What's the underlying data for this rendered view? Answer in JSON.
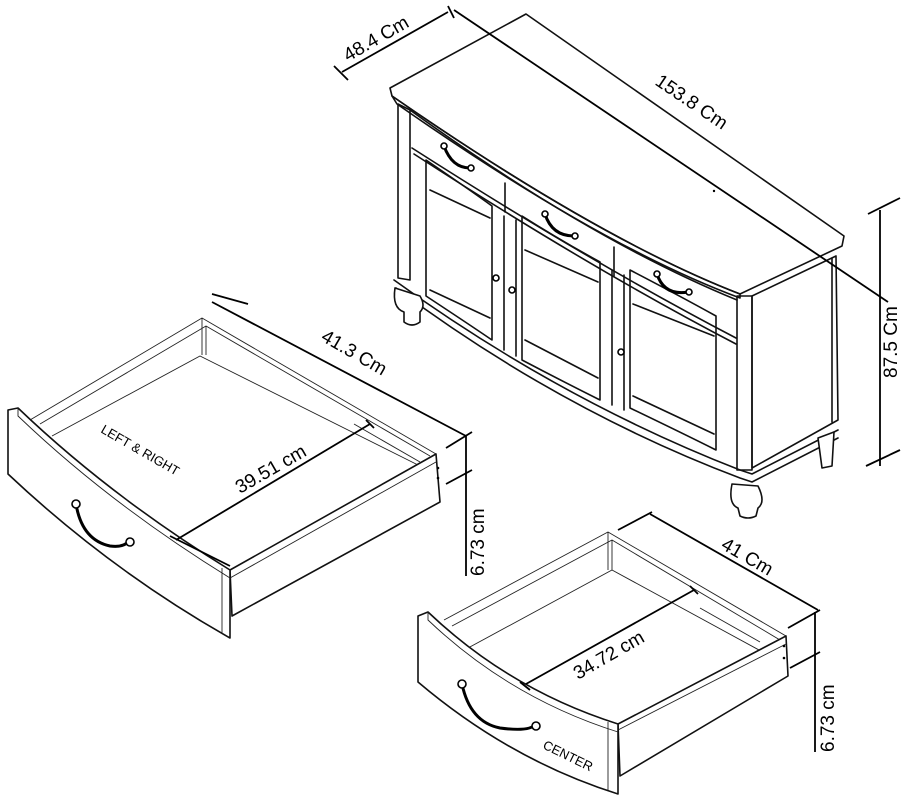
{
  "diagram": {
    "title": "Sideboard dimension drawing",
    "sideboard": {
      "depth_label": "48.4 Cm",
      "width_label": "153.8 Cm",
      "height_label": "87.5 Cm",
      "drawers": 3,
      "doors": 3
    },
    "drawer_left_right": {
      "name_label": "LEFT & RIGHT",
      "depth_label": "41.3 Cm",
      "inner_width_label": "39.51 cm",
      "height_label": "6.73 cm"
    },
    "drawer_center": {
      "name_label": "CENTER",
      "depth_label": "41 Cm",
      "inner_width_label": "34.72 cm",
      "height_label": "6.73 cm"
    },
    "colors": {
      "line": "#111111",
      "background": "#ffffff"
    }
  }
}
